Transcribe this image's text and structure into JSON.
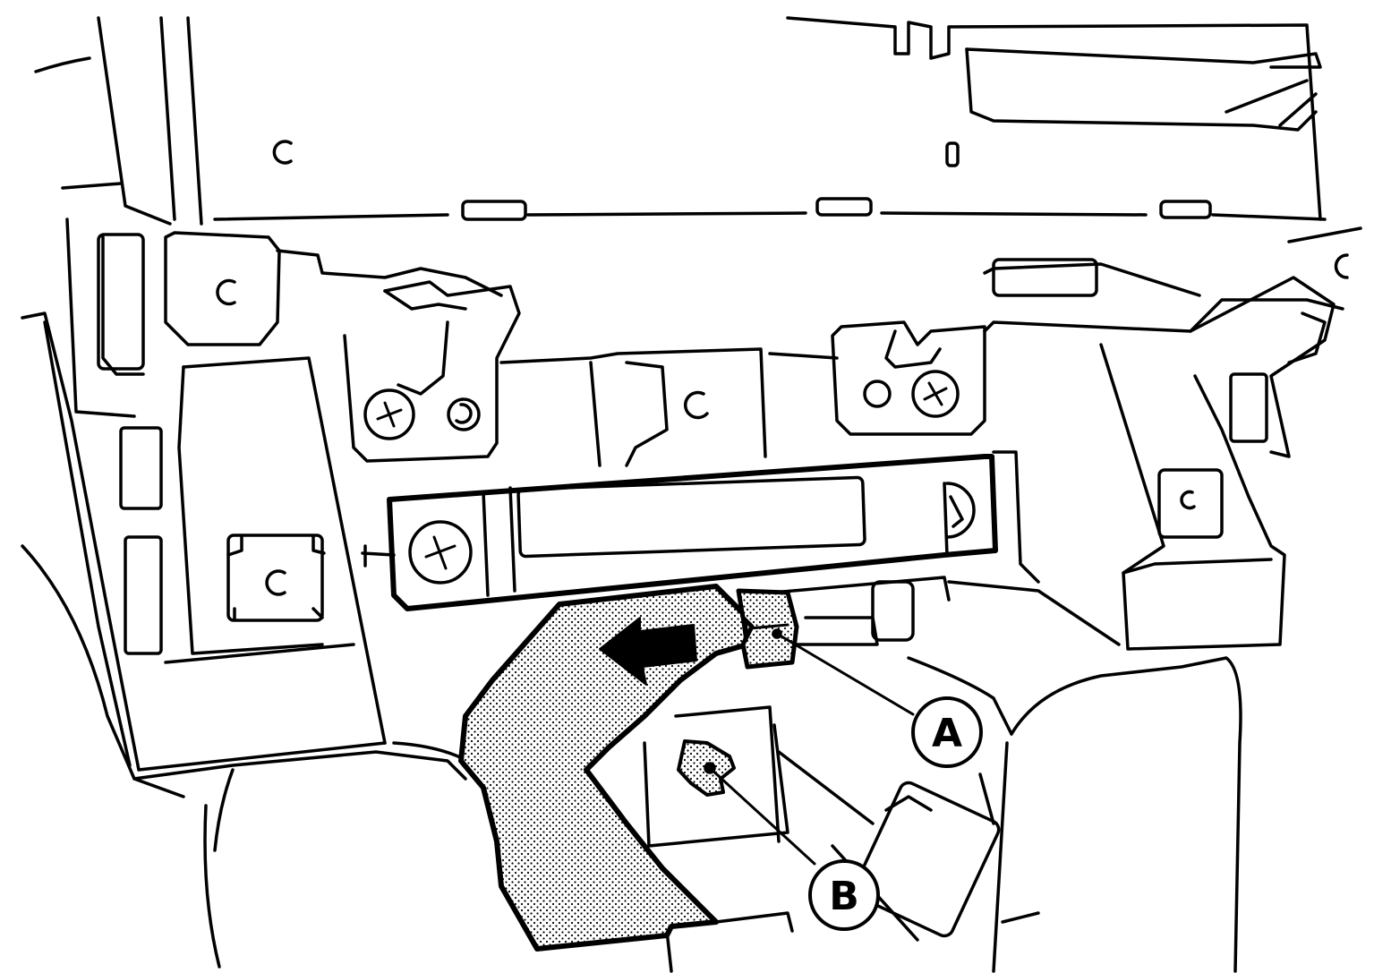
{
  "figure": {
    "description_visible": false,
    "callouts": [
      {
        "id": "A",
        "label": "A"
      },
      {
        "id": "B",
        "label": "B"
      }
    ]
  },
  "colors": {
    "line": "#000000",
    "background": "#ffffff",
    "stipple": "#000000"
  },
  "icons": [
    "arrow-left-icon",
    "screw-icon",
    "clip-icon",
    "connector-icon"
  ]
}
